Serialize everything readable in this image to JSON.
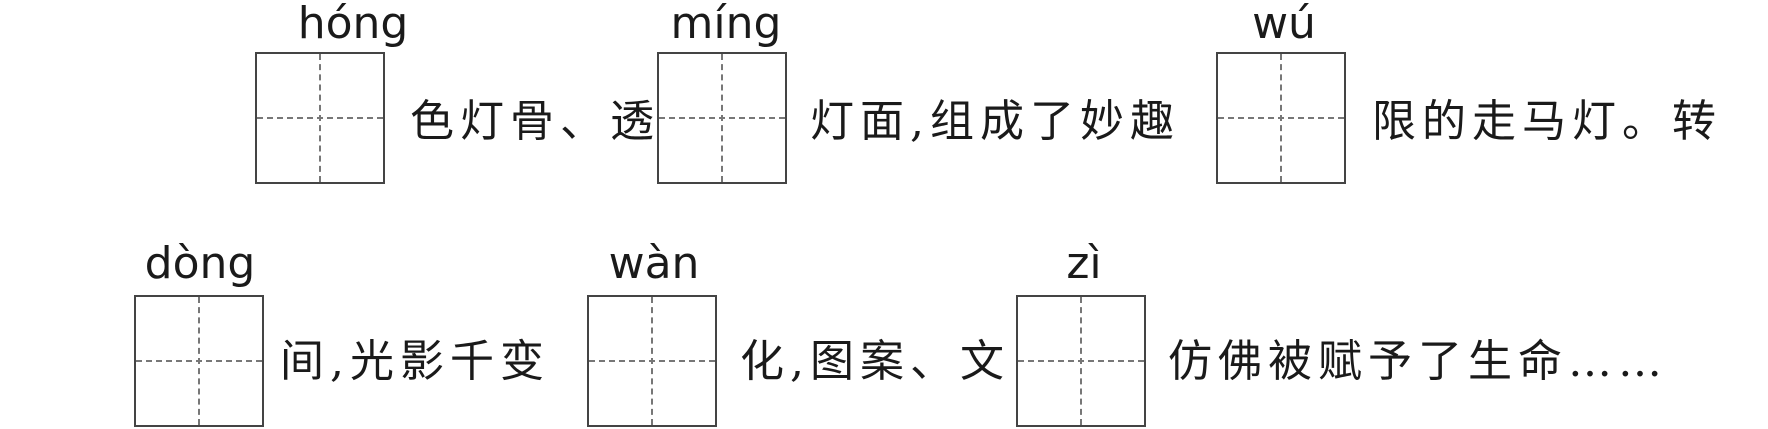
{
  "line1": {
    "pinyin": [
      "hóng",
      "míng",
      "wú"
    ],
    "segments": [
      "色灯骨、透",
      "灯面,组成了妙趣",
      "限的走马灯。转"
    ]
  },
  "line2": {
    "pinyin": [
      "dòng",
      "wàn",
      "zì"
    ],
    "segments": [
      "间,光影千变",
      "化,图案、文",
      "仿佛被赋予了生命……"
    ]
  }
}
